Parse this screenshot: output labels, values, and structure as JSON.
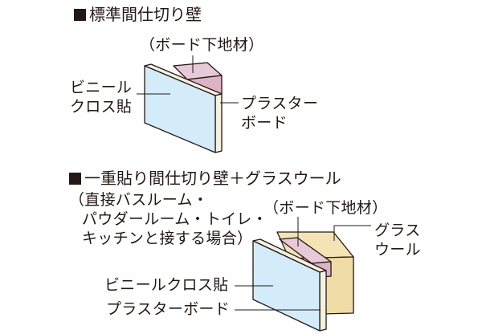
{
  "section1": {
    "title": "標準間仕切り壁",
    "labels": {
      "base": "（ボード下地材）",
      "vinyl_line1": "ビニール",
      "vinyl_line2": "クロス貼",
      "plaster_line1": "プラスター",
      "plaster_line2": "ボード"
    }
  },
  "section2": {
    "title": "一重貼り間仕切り壁＋グラスウール",
    "note_line1": "（直接バスルーム・",
    "note_line2": "パウダールーム・トイレ・",
    "note_line3": "キッチンと接する場合）",
    "labels": {
      "base": "（ボード下地材）",
      "glass_line1": "グラス",
      "glass_line2": "ウール",
      "vinyl": "ビニールクロス貼",
      "plaster": "プラスターボード"
    }
  },
  "colors": {
    "face": "#d4ecfa",
    "board": "#f4f1e0",
    "stud": "#e8c9d7",
    "glasswool": "#f3e3b5",
    "outline": "#231815"
  }
}
